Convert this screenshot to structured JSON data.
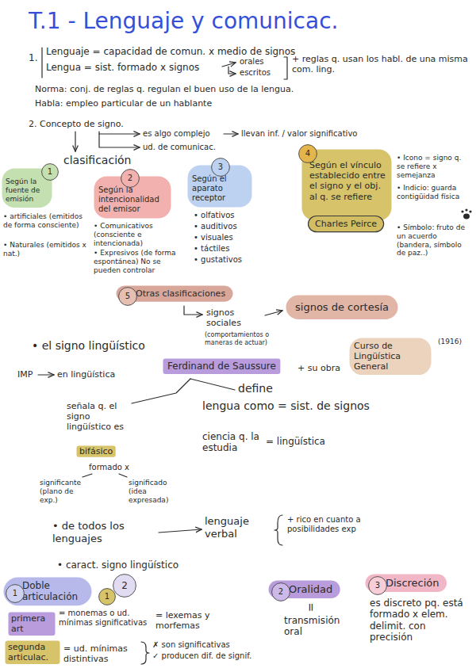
{
  "diagram": {
    "title": "T.1 - Lenguaje y comunicac.",
    "nodes": [
      {
        "text": [
          "Según la fuente de emisión"
        ]
      },
      {
        "text": [
          "1"
        ],
        "in": 0
      },
      {
        "text": [
          "Según la intencionalidad del emisor"
        ]
      },
      {
        "text": [
          "2"
        ],
        "in": 2
      },
      {
        "text": [
          "Según el aparato receptor"
        ]
      },
      {
        "text": [
          "3"
        ],
        "in": 4
      },
      {
        "text": [
          "Según el vínculo establecido entre el signo y el obj. al q. se refiere"
        ]
      },
      {
        "text": [
          "4"
        ],
        "in": 6
      },
      {
        "text": [
          "Charles Peirce"
        ],
        "in": 6
      },
      {
        "text": [
          "Otras clasificaciones"
        ]
      },
      {
        "text": [
          "5"
        ],
        "in": 9
      },
      {
        "text": [
          "signos de cortesía"
        ]
      },
      {
        "text": [
          "Ferdinand de Saussure"
        ]
      },
      {
        "text": [
          "Curso de Lingüística General"
        ]
      },
      {
        "text": [
          "bifásico"
        ]
      },
      {
        "text": [
          "Doble articulación"
        ]
      },
      {
        "text": [
          "1"
        ],
        "in": 15
      },
      {
        "text": [
          "1"
        ]
      },
      {
        "text": [
          "2"
        ]
      },
      {
        "text": [
          "Oralidad"
        ]
      },
      {
        "text": [
          "2"
        ],
        "in": 19
      },
      {
        "text": [
          "Discreción"
        ]
      },
      {
        "text": [
          "3"
        ],
        "in": 21
      },
      {
        "text": [
          "primera art"
        ]
      },
      {
        "text": [
          "segunda articulac."
        ]
      }
    ],
    "labels": [
      "1.",
      "Lenguaje = capacidad de comun. x medio de signos",
      "Lengua = sist. formado x signos",
      "orales",
      "escritos",
      "+ reglas q. usan los habl. de una misma com. ling.",
      "Norma: conj. de reglas q. regulan el buen uso de la lengua.",
      "Habla: empleo particular de un hablante",
      "2. Concepto de signo.",
      "es algo complejo",
      "llevan inf. / valor significativo",
      "ud. de comunicac.",
      "clasificación",
      "• artificiales (emitidos de forma consciente)",
      "• Naturales (emitidos x nat.)",
      "• Comunicativos (consciente e intencionada)",
      "• Expresivos (de forma espontánea) No se pueden controlar",
      "• olfativos",
      "• auditivos",
      "• visuales",
      "• táctiles",
      "• gustativos",
      "• Icono = signo q. se refiere x semejanza",
      "• Indicio: guarda contigüidad física",
      "• Símbolo: fruto de un acuerdo (bandera, símbolo de paz..)",
      "signos sociales",
      "(comportamientos o maneras de actuar)",
      "• el signo lingüístico",
      "IMP",
      "en lingüística",
      "+ su obra",
      "(1916)",
      "señala q. el signo lingüístico es",
      "define",
      "lengua como = sist. de signos",
      "ciencia q. la estudia",
      "= lingüística",
      "formado x",
      "significante (plano de exp.)",
      "significado (idea expresada)",
      "• de todos los lenguajes",
      "lenguaje verbal",
      "+ rico en cuanto a posibilidades exp",
      "• caract. signo lingüístico",
      "= monemas o ud. mínimas significativas",
      "= lexemas y morfemas",
      "= ud. mínimas distintivas",
      "✗ son significativas",
      "✓ producen dif. de signif.",
      "=",
      "transmisión oral",
      "es discreto pq. está formado x elem. delimit. con precisión"
    ]
  }
}
